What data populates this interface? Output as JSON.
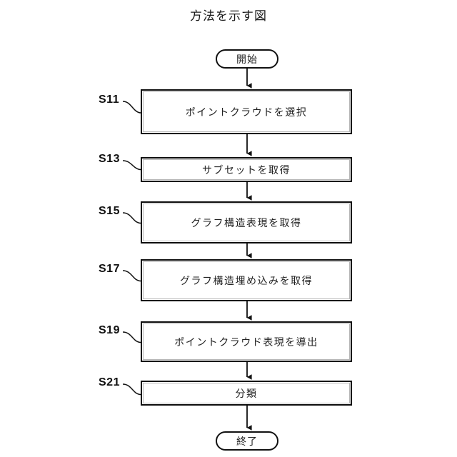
{
  "figure": {
    "title": "方法を示す図",
    "background_color": "#ffffff",
    "stroke_color": "#111111",
    "text_color": "#222222"
  },
  "flowchart": {
    "type": "flowchart",
    "orientation": "top-to-bottom",
    "start_node": {
      "label": "開始",
      "shape": "stadium"
    },
    "end_node": {
      "label": "終了",
      "shape": "stadium"
    },
    "steps": [
      {
        "id": "S11",
        "label": "ポイントクラウドを選択",
        "shape": "rectangle"
      },
      {
        "id": "S13",
        "label": "サブセットを取得",
        "shape": "rectangle"
      },
      {
        "id": "S15",
        "label": "グラフ構造表現を取得",
        "shape": "rectangle"
      },
      {
        "id": "S17",
        "label": "グラフ構造埋め込みを取得",
        "shape": "rectangle"
      },
      {
        "id": "S19",
        "label": "ポイントクラウド表現を導出",
        "shape": "rectangle"
      },
      {
        "id": "S21",
        "label": "分類",
        "shape": "rectangle"
      }
    ],
    "connectors": [
      {
        "from": "start",
        "to": "S11",
        "arrow": "down"
      },
      {
        "from": "S11",
        "to": "S13",
        "arrow": "down"
      },
      {
        "from": "S13",
        "to": "S15",
        "arrow": "down"
      },
      {
        "from": "S15",
        "to": "S17",
        "arrow": "down"
      },
      {
        "from": "S17",
        "to": "S19",
        "arrow": "down"
      },
      {
        "from": "S19",
        "to": "S21",
        "arrow": "down"
      },
      {
        "from": "S21",
        "to": "end",
        "arrow": "down"
      }
    ]
  }
}
